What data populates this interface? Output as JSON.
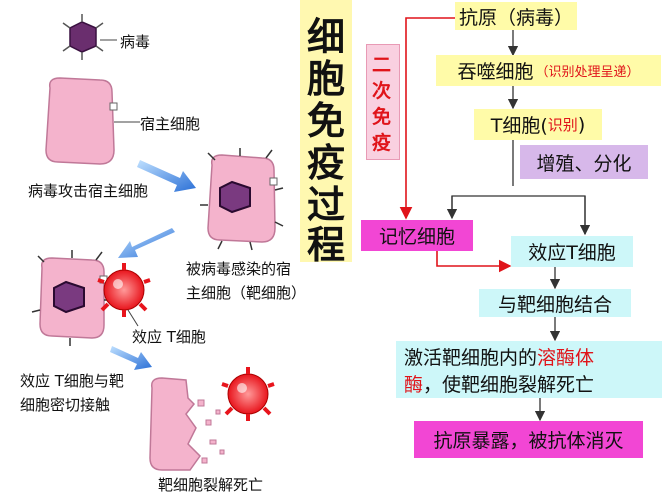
{
  "left_panel": {
    "virus_label": "病毒",
    "host_cell_label": "宿主细胞",
    "virus_attack_label": "病毒攻击宿主细胞",
    "infected_label_line1": "被病毒感染的宿",
    "infected_label_line2": "主细胞（靶细胞）",
    "effector_t_label": "效应 T细胞",
    "contact_label_line1": "效应 T细胞与靶",
    "contact_label_line2": "细胞密切接触",
    "lysis_label": "靶细胞裂解死亡"
  },
  "title": {
    "chars": [
      "细",
      "胞",
      "免",
      "疫",
      "过",
      "程"
    ]
  },
  "secondary": {
    "chars": [
      "二",
      "次",
      "免",
      "疫"
    ]
  },
  "flow": {
    "antigen": "抗原（病毒）",
    "phagocyte": "吞噬细胞",
    "phagocyte_note": "（识别处理呈递）",
    "tcell_prefix": "T细胞(",
    "tcell_note": "识别",
    "tcell_suffix": ")",
    "proliferate": "增殖、分化",
    "memory": "记忆细胞",
    "effector": "效应T细胞",
    "bind": "与靶细胞结合",
    "activate_prefix": "激活靶细胞内的",
    "activate_enzyme_line1": "溶酶体",
    "activate_enzyme_line2": "酶",
    "activate_suffix": "，使靶细胞裂解死亡",
    "exposed": "抗原暴露，被抗体消灭"
  },
  "colors": {
    "flow_arrow": "#333333",
    "secondary_arrow": "#e0141a",
    "host_cell": "#f4b3cc",
    "virus": "#6a2e6e",
    "effector_cell": "#ee1b24",
    "blue_arrow": "#2a6fd6"
  }
}
